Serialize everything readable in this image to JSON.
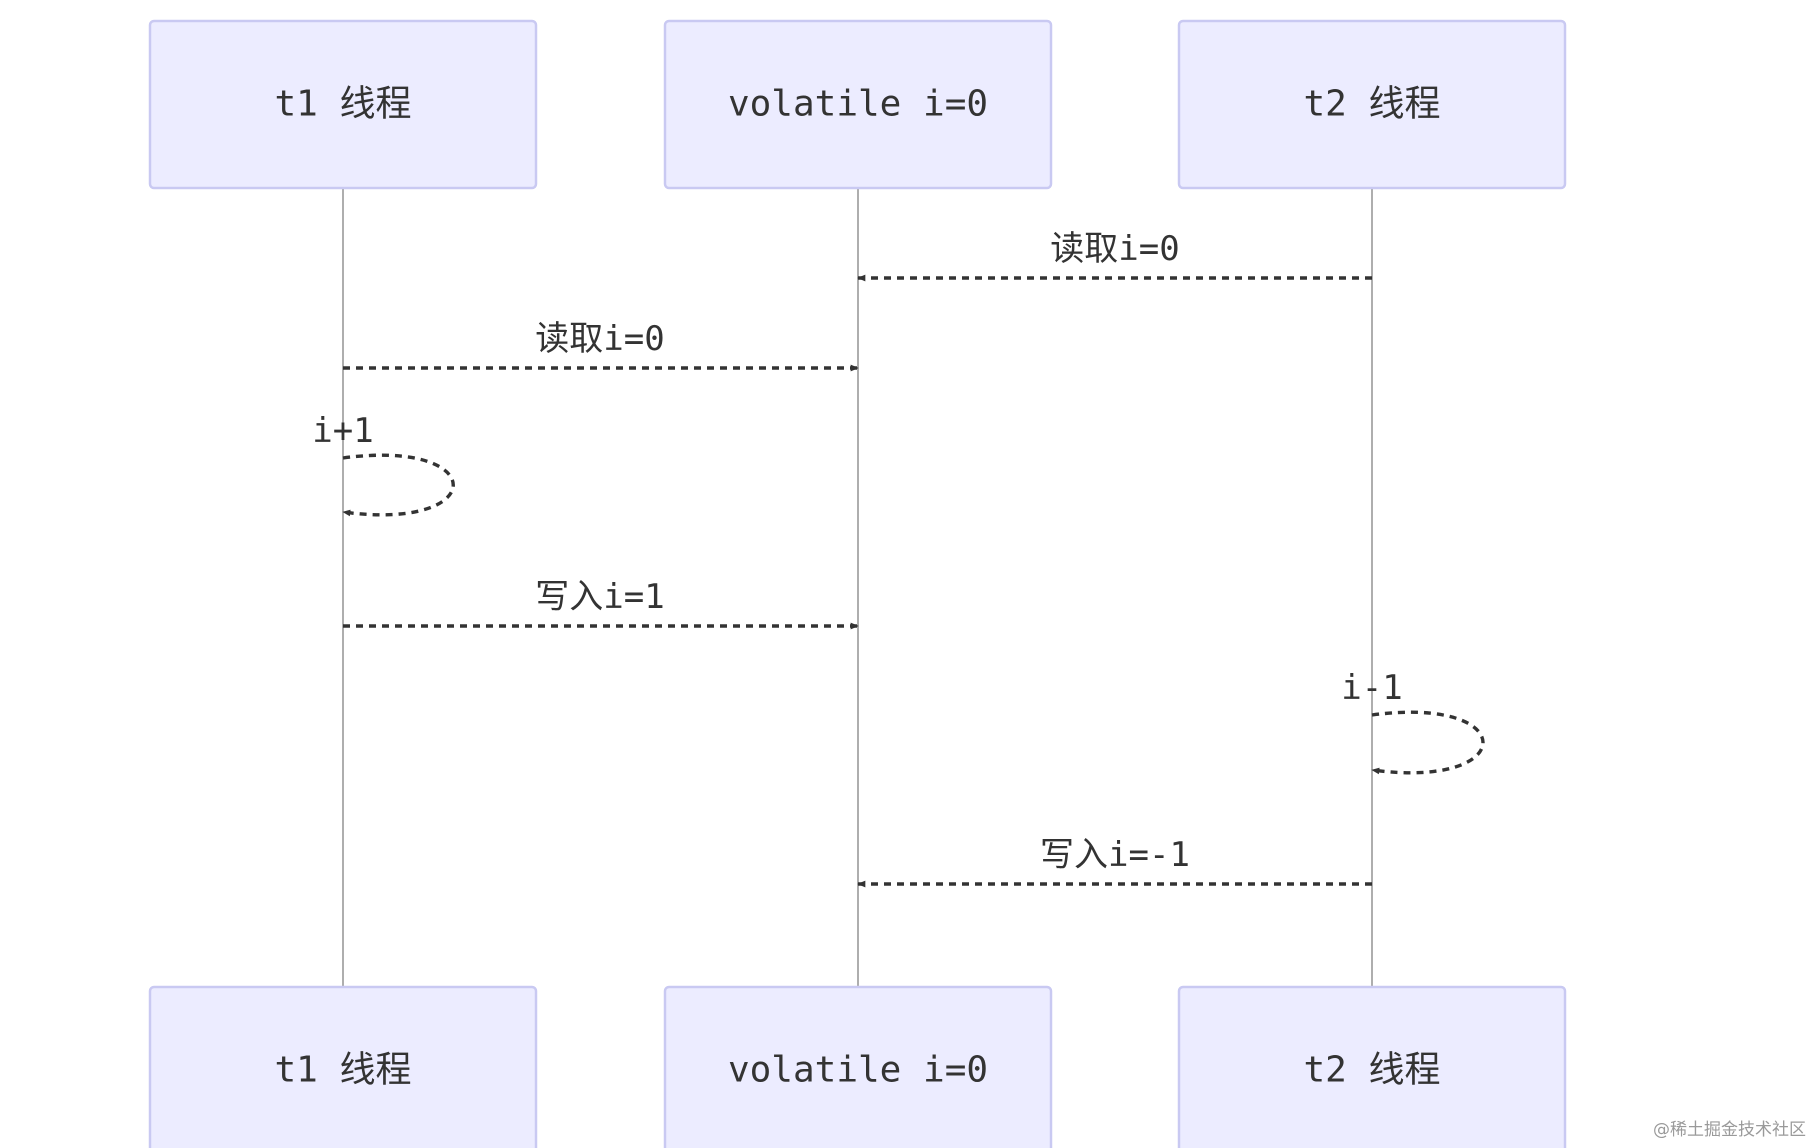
{
  "actors": [
    {
      "id": "t1",
      "label": "t1 线程"
    },
    {
      "id": "vol",
      "label": "volatile i=0"
    },
    {
      "id": "t2",
      "label": "t2 线程"
    }
  ],
  "messages": [
    {
      "from": "t2",
      "to": "vol",
      "label": "读取i=0"
    },
    {
      "from": "t1",
      "to": "vol",
      "label": "读取i=0"
    },
    {
      "from": "t1",
      "to": "t1",
      "label": "i+1"
    },
    {
      "from": "t1",
      "to": "vol",
      "label": "写入i=1"
    },
    {
      "from": "t2",
      "to": "t2",
      "label": "i-1"
    },
    {
      "from": "t2",
      "to": "vol",
      "label": "写入i=-1"
    }
  ],
  "colors": {
    "actor_fill": "#ececff",
    "actor_border": "#c9c9f2",
    "line": "#333333",
    "lifeline": "#999999"
  },
  "watermark": "@稀土掘金技术社区"
}
